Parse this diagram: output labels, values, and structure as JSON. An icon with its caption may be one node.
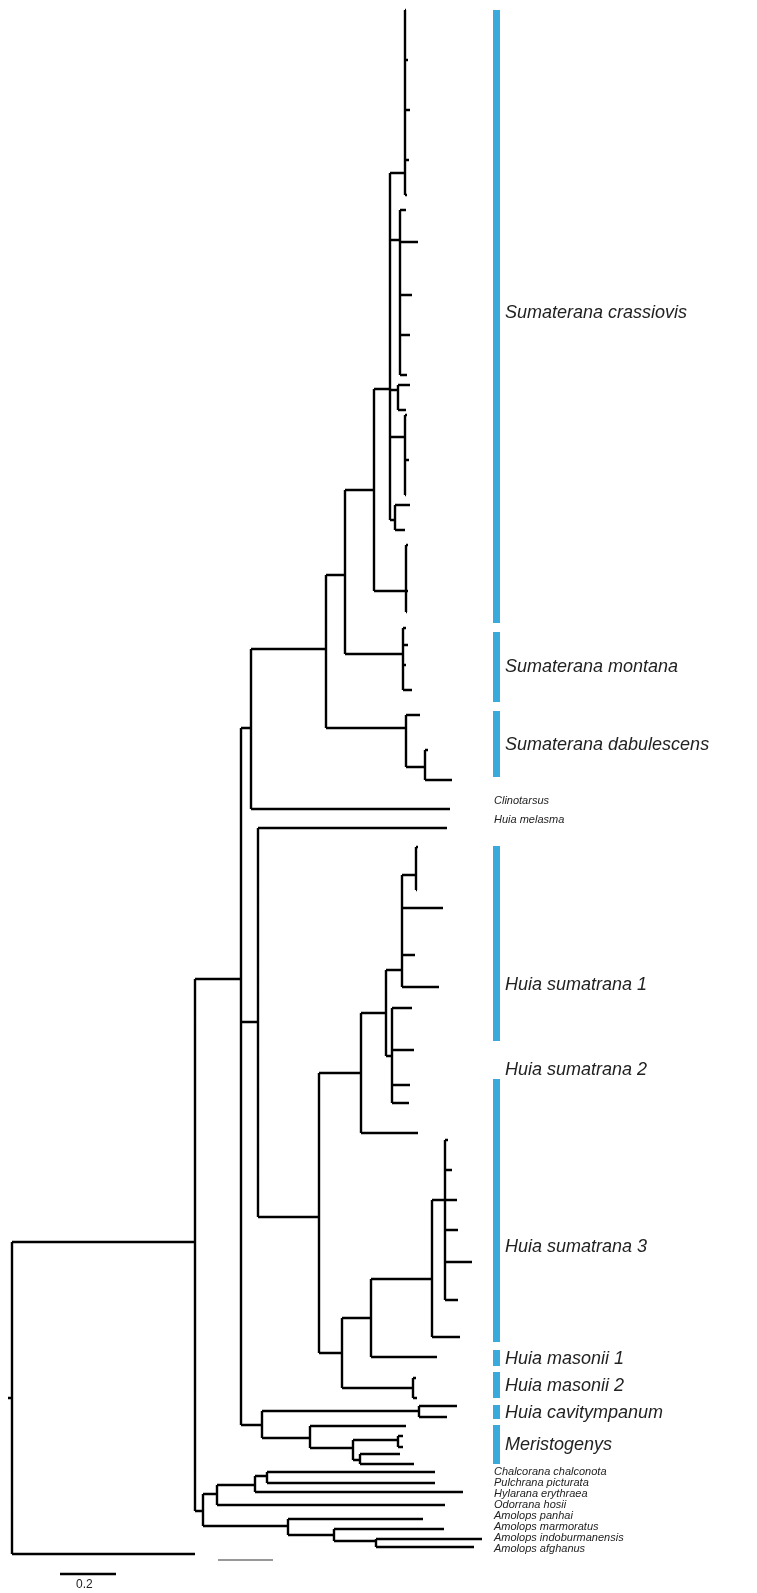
{
  "diagram": {
    "labels": [
      "Sumaterana crassiovis",
      "Sumaterana montana",
      "Sumaterana dabulescens",
      "Clinotarsus",
      "Huia melasma",
      "*Huia sumatrana* 1",
      "*Huia sumatrana* 2",
      "*Huia sumatrana* 3",
      "*Huia masonii* 1",
      "*Huia masonii* 2",
      "Huia cavitympanum",
      "Meristogenys",
      "Chalcorana chalconota",
      "Pulchrana picturata",
      "Hylarana erythraea",
      "Odorrana hosii",
      "Amolops panhai",
      "Amolops marmoratus",
      "Amolops indoburmanensis",
      "Amolops afghanus",
      "0.2"
    ]
  }
}
